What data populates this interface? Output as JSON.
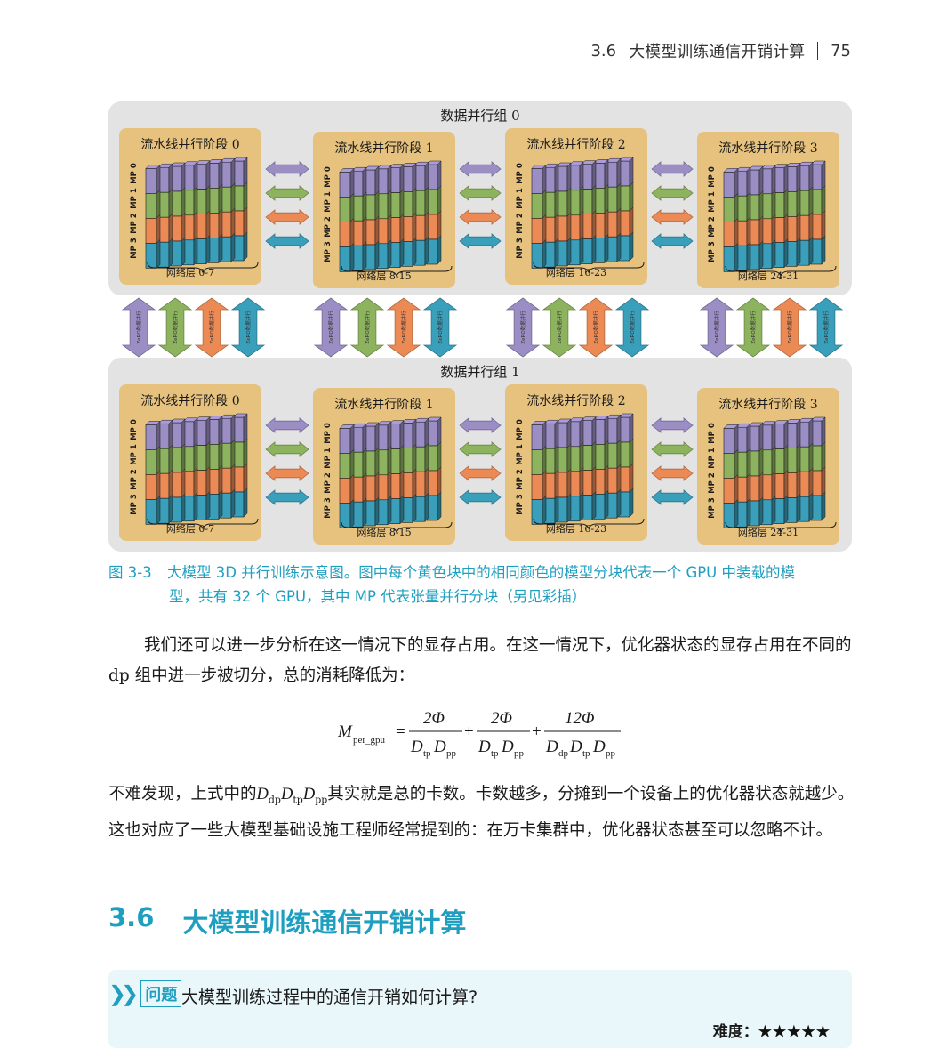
{
  "header": {
    "section": "3.6",
    "title": "大模型训练通信开销计算",
    "page": "75"
  },
  "figure": {
    "groups": [
      {
        "title": "数据并行组 0",
        "stages": [
          {
            "label": "流水线并行阶段 0",
            "layers": "网络层 0-7"
          },
          {
            "label": "流水线并行阶段 1",
            "layers": "网络层 8-15"
          },
          {
            "label": "流水线并行阶段 2",
            "layers": "网络层 16-23"
          },
          {
            "label": "流水线并行阶段 3",
            "layers": "网络层 24-31"
          }
        ]
      },
      {
        "title": "数据并行组 1",
        "stages": [
          {
            "label": "流水线并行阶段 0",
            "layers": "网络层 0-7"
          },
          {
            "label": "流水线并行阶段 1",
            "layers": "网络层 8-15"
          },
          {
            "label": "流水线并行阶段 2",
            "layers": "网络层 16-23"
          },
          {
            "label": "流水线并行阶段 3",
            "layers": "网络层 24-31"
          }
        ]
      }
    ],
    "mp_labels": [
      "MP 0",
      "MP 1",
      "MP 2",
      "MP 3"
    ],
    "zero_label": "ZeRO数据并行",
    "colors": {
      "mp0": "#9b8ec4",
      "mp1": "#8db35e",
      "mp2": "#ec8a55",
      "mp3": "#3a9fba",
      "stage_bg": "#e6c27e",
      "group_bg": "#e3e3e3"
    }
  },
  "caption": {
    "number": "图 3-3",
    "line1": "大模型 3D 并行训练示意图。图中每个黄色块中的相同颜色的模型分块代表一个 GPU 中装载的模",
    "line2": "型，共有 32 个 GPU，其中 MP 代表张量并行分块（另见彩插）"
  },
  "para1": "我们还可以进一步分析在这一情况下的显存占用。在这一情况下，优化器状态的显存占用在不同的 dp 组中进一步被切分，总的消耗降低为：",
  "formula": {
    "lhs": "M",
    "lhs_sub": "per_gpu",
    "eq": "=",
    "t1_num": "2Φ",
    "t2_num": "2Φ",
    "t3_num": "12Φ",
    "plus": "+",
    "D": "D",
    "tp": "tp",
    "pp": "pp",
    "dp": "dp"
  },
  "para2": {
    "before": "不难发现，上式中的",
    "D": "D",
    "dp": "dp",
    "tp": "tp",
    "pp": "pp",
    "after": "其实就是总的卡数。卡数越多，分摊到一个设备上的优化器状态就越少。这也对应了一些大模型基础设施工程师经常提到的：在万卡集群中，优化器状态甚至可以忽略不计。"
  },
  "section": {
    "number": "3.6",
    "title": "大模型训练通信开销计算"
  },
  "question": {
    "tag": "问题",
    "text": "大模型训练过程中的通信开销如何计算?",
    "difficulty_label": "难度：",
    "stars": "★★★★★",
    "difficulty_level": 5
  }
}
